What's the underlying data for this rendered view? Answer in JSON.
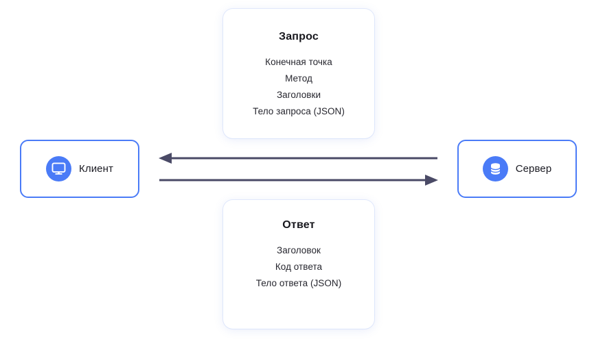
{
  "diagram": {
    "title_note": "",
    "colors": {
      "node_border": "#4a7bf7",
      "icon_circle": "#4a7bf7",
      "arrow": "#4a4a66",
      "card_background": "#ffffff",
      "text": "#1b1b23"
    },
    "nodes": [
      {
        "id": "client",
        "label": "Клиент",
        "icon": "monitor-icon"
      },
      {
        "id": "server",
        "label": "Сервер",
        "icon": "database-icon"
      }
    ],
    "cards": [
      {
        "id": "request",
        "title": "Запрос",
        "lines": [
          "Конечная точка",
          "Метод",
          "Заголовки",
          "Тело запроса (JSON)"
        ]
      },
      {
        "id": "response",
        "title": "Ответ",
        "lines": [
          "Заголовок",
          "Код ответа",
          "Тело ответа (JSON)"
        ]
      }
    ],
    "arrows": [
      {
        "id": "response-arrow",
        "direction": "left",
        "from": "server",
        "to": "client"
      },
      {
        "id": "request-arrow",
        "direction": "right",
        "from": "client",
        "to": "server"
      }
    ]
  }
}
